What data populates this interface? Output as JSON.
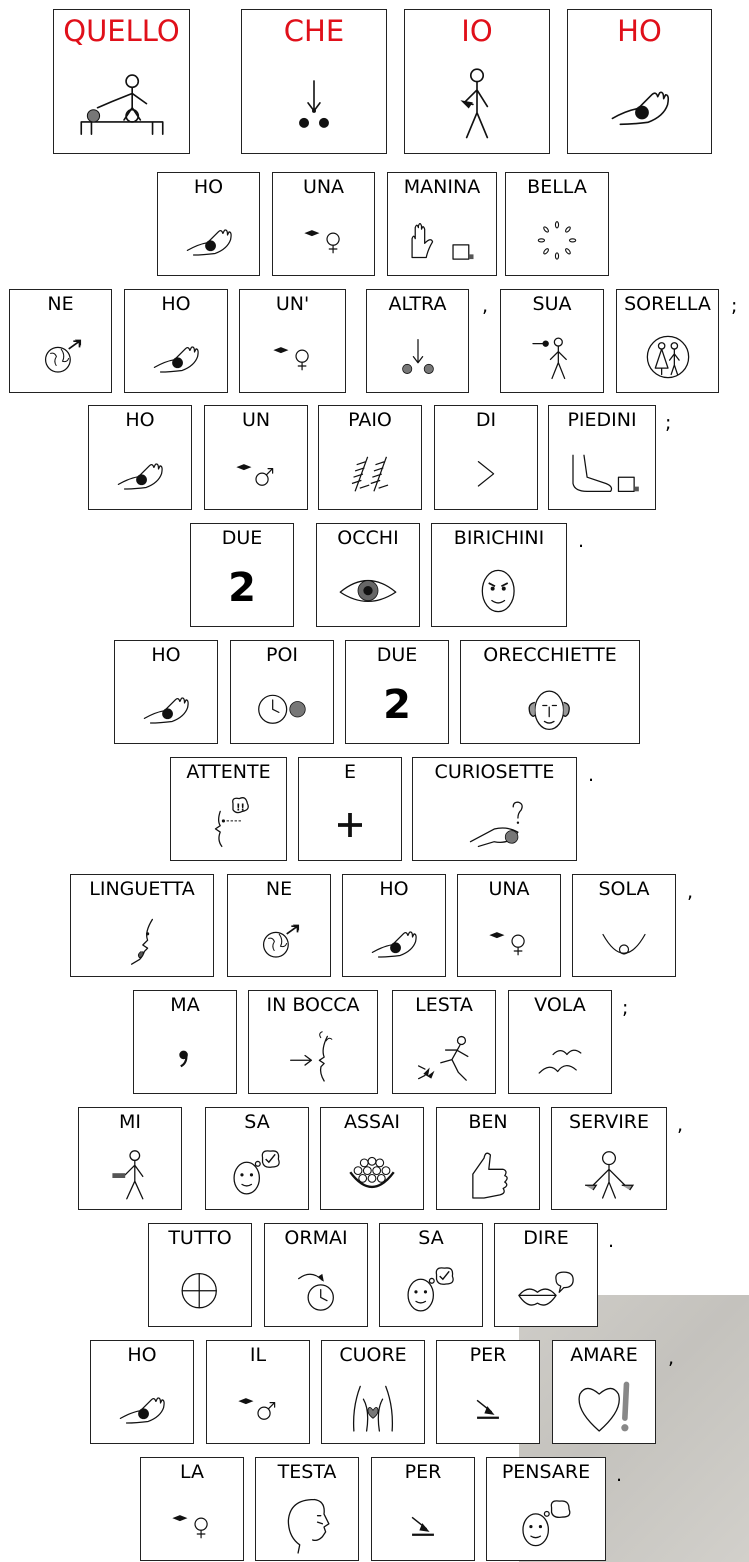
{
  "colors": {
    "title_text": "#e0101a",
    "card_border": "#222222",
    "background": "#ffffff"
  },
  "rows": [
    {
      "cards": [
        {
          "label": "QUELLO",
          "icon": "person-putting-ball-icon"
        },
        {
          "label": "CHE",
          "icon": "arrow-dots-icon"
        },
        {
          "label": "IO",
          "icon": "person-pointing-self-icon"
        },
        {
          "label": "HO",
          "icon": "hand-holding-ball-icon"
        }
      ]
    },
    {
      "cards": [
        {
          "label": "HO",
          "icon": "hand-holding-ball-icon"
        },
        {
          "label": "UNA",
          "icon": "feminine-article-icon"
        },
        {
          "label": "MANINA",
          "icon": "small-hand-icon"
        },
        {
          "label": "BELLA",
          "icon": "sparkle-icon"
        }
      ]
    },
    {
      "cards": [
        {
          "label": "NE",
          "icon": "globe-arrow-icon"
        },
        {
          "label": "HO",
          "icon": "hand-holding-ball-icon"
        },
        {
          "label": "UN'",
          "icon": "feminine-article-icon"
        },
        {
          "label": "ALTRA",
          "icon": "arrow-two-dots-icon"
        },
        {
          "label": "SUA",
          "icon": "person-possessive-icon"
        },
        {
          "label": "SORELLA",
          "icon": "sister-icon"
        }
      ],
      "punct": [
        ",",
        ";"
      ]
    },
    {
      "cards": [
        {
          "label": "HO",
          "icon": "hand-holding-ball-icon"
        },
        {
          "label": "UN",
          "icon": "masculine-article-icon"
        },
        {
          "label": "PAIO",
          "icon": "pair-icon"
        },
        {
          "label": "DI",
          "icon": "preposition-arrow-icon"
        },
        {
          "label": "PIEDINI",
          "icon": "small-foot-icon"
        }
      ],
      "punct": [
        ";"
      ]
    },
    {
      "cards": [
        {
          "label": "DUE",
          "icon": "number-two-icon",
          "number": "2"
        },
        {
          "label": "OCCHI",
          "icon": "eye-icon"
        },
        {
          "label": "BIRICHINI",
          "icon": "mischievous-face-icon"
        }
      ],
      "punct": [
        "."
      ]
    },
    {
      "cards": [
        {
          "label": "HO",
          "icon": "hand-holding-ball-icon"
        },
        {
          "label": "POI",
          "icon": "clock-dot-icon"
        },
        {
          "label": "DUE",
          "icon": "number-two-icon",
          "number": "2"
        },
        {
          "label": "ORECCHIETTE",
          "icon": "ears-face-icon"
        }
      ]
    },
    {
      "cards": [
        {
          "label": "ATTENTE",
          "icon": "attentive-face-icon"
        },
        {
          "label": "E",
          "icon": "plus-icon"
        },
        {
          "label": "CURIOSETTE",
          "icon": "curious-eye-icon"
        }
      ],
      "punct": [
        "."
      ]
    },
    {
      "cards": [
        {
          "label": "LINGUETTA",
          "icon": "tongue-face-icon"
        },
        {
          "label": "NE",
          "icon": "globe-arrow-icon"
        },
        {
          "label": "HO",
          "icon": "hand-holding-ball-icon"
        },
        {
          "label": "UNA",
          "icon": "feminine-article-icon"
        },
        {
          "label": "SOLA",
          "icon": "alone-bowl-icon"
        }
      ],
      "punct": [
        ","
      ]
    },
    {
      "cards": [
        {
          "label": "MA",
          "icon": "comma-icon"
        },
        {
          "label": "IN BOCCA",
          "icon": "mouth-arrow-icon"
        },
        {
          "label": "LESTA",
          "icon": "running-person-icon"
        },
        {
          "label": "VOLA",
          "icon": "flying-birds-icon"
        }
      ],
      "punct": [
        ";"
      ]
    },
    {
      "cards": [
        {
          "label": "MI",
          "icon": "person-me-icon"
        },
        {
          "label": "SA",
          "icon": "knowing-face-icon"
        },
        {
          "label": "ASSAI",
          "icon": "bowl-of-balls-icon"
        },
        {
          "label": "BEN",
          "icon": "thumbs-up-icon"
        },
        {
          "label": "SERVIRE",
          "icon": "serving-person-icon"
        }
      ],
      "punct": [
        ","
      ]
    },
    {
      "cards": [
        {
          "label": "TUTTO",
          "icon": "circle-cross-icon"
        },
        {
          "label": "ORMAI",
          "icon": "clock-arrow-icon"
        },
        {
          "label": "SA",
          "icon": "knowing-face-icon"
        },
        {
          "label": "DIRE",
          "icon": "lips-speech-icon"
        }
      ],
      "punct": [
        "."
      ]
    },
    {
      "cards": [
        {
          "label": "HO",
          "icon": "hand-holding-ball-icon"
        },
        {
          "label": "IL",
          "icon": "masculine-article-icon"
        },
        {
          "label": "CUORE",
          "icon": "heart-in-chest-icon"
        },
        {
          "label": "PER",
          "icon": "purpose-arrow-icon"
        },
        {
          "label": "AMARE",
          "icon": "heart-exclamation-icon"
        }
      ],
      "punct": [
        ","
      ]
    },
    {
      "cards": [
        {
          "label": "LA",
          "icon": "feminine-article-icon"
        },
        {
          "label": "TESTA",
          "icon": "head-profile-icon"
        },
        {
          "label": "PER",
          "icon": "purpose-arrow-icon"
        },
        {
          "label": "PENSARE",
          "icon": "thinking-face-icon"
        }
      ],
      "punct": [
        "."
      ]
    }
  ]
}
